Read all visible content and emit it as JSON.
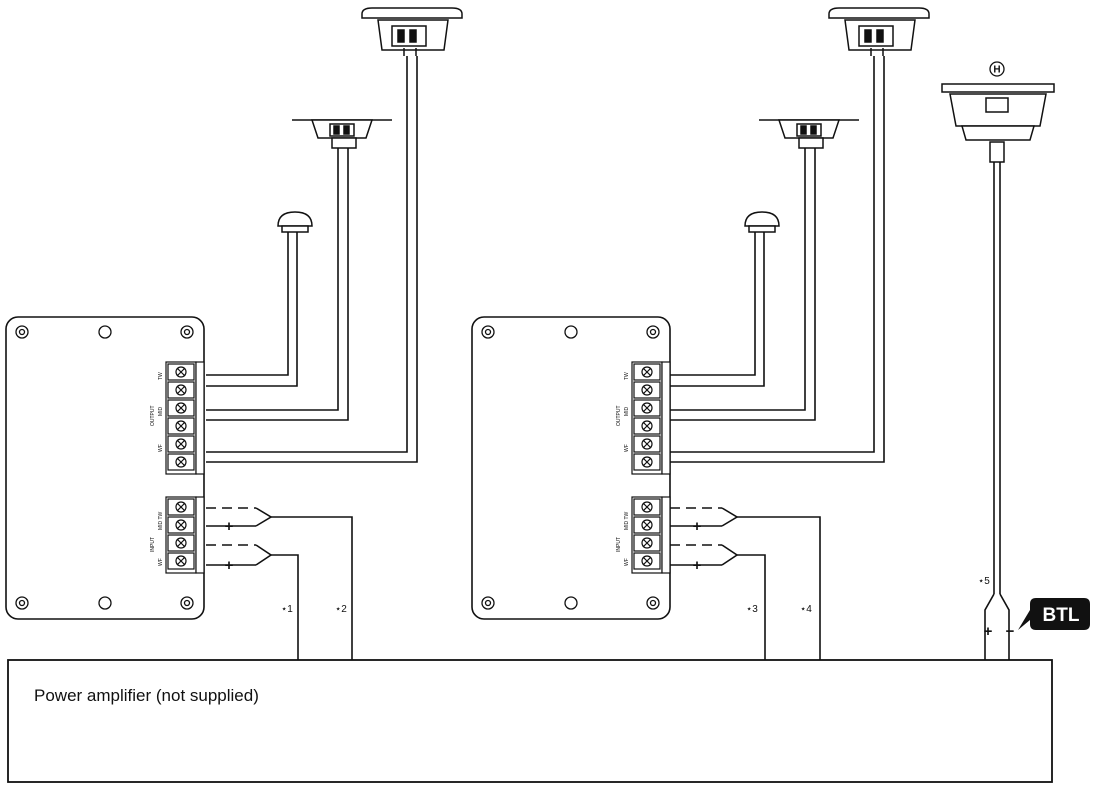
{
  "amplifier": {
    "label": "Power amplifier (not supplied)"
  },
  "notes": [
    "⋆1",
    "⋆2",
    "⋆3",
    "⋆4",
    "⋆5"
  ],
  "signs": {
    "minus": "−",
    "plus": "+"
  },
  "btl": {
    "label": "BTL"
  },
  "tweeter_mark": "H",
  "crossover": {
    "output_group": "OUTPUT",
    "input_group": "INPUT",
    "output_labels": [
      "TW",
      "MID",
      "WF"
    ],
    "input_labels": [
      "MID TW",
      "WF"
    ]
  },
  "colors": {
    "line": "#111111",
    "btl_bg": "#111111",
    "btl_text": "#ffffff"
  }
}
